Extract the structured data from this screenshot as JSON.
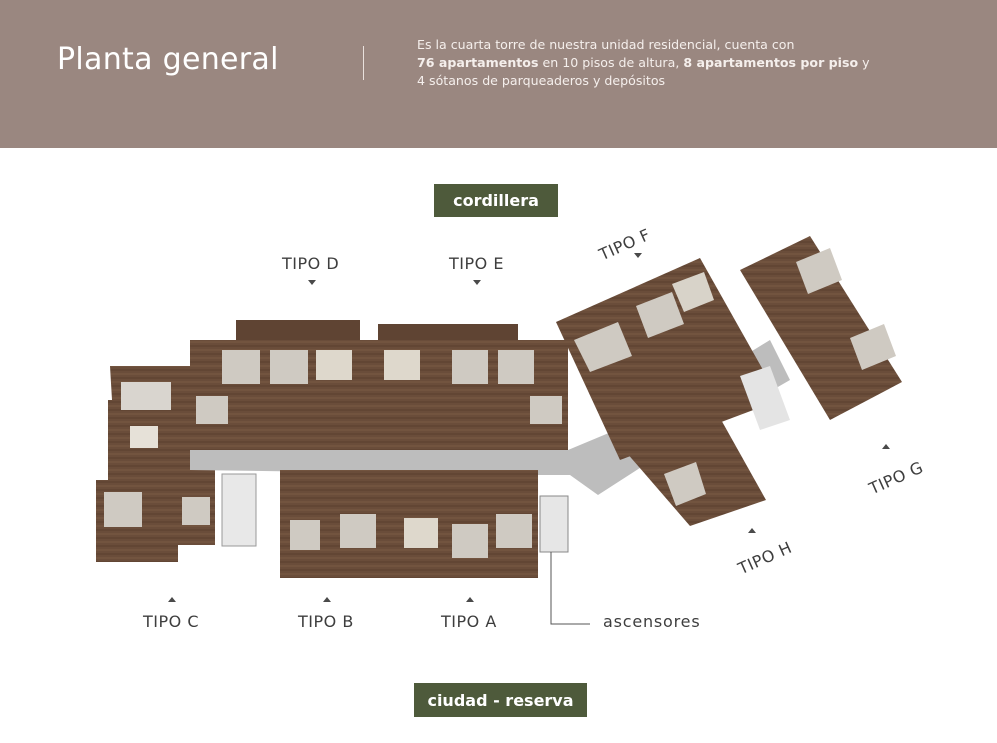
{
  "header": {
    "title": "Planta general",
    "desc_line1": "Es la cuarta torre de nuestra unidad residencial, cuenta con",
    "desc_bold1": "76 apartamentos",
    "desc_mid": " en 10 pisos de altura, ",
    "desc_bold2": "8 apartamentos por piso",
    "desc_end": " y",
    "desc_line3": "4 sótanos de parqueaderos y depósitos"
  },
  "tags": {
    "top": "cordillera",
    "bottom": "ciudad - reserva"
  },
  "labels": {
    "tipo_a": "TIPO A",
    "tipo_b": "TIPO B",
    "tipo_c": "TIPO C",
    "tipo_d": "TIPO D",
    "tipo_e": "TIPO E",
    "tipo_f": "TIPO F",
    "tipo_g": "TIPO G",
    "tipo_h": "TIPO H",
    "ascensores": "ascensores"
  },
  "colors": {
    "header_bg": "#9a8780",
    "tag_bg": "#4e5a3b",
    "floor_wood": "#6b4e3a",
    "corridor": "#b9b9b9"
  }
}
